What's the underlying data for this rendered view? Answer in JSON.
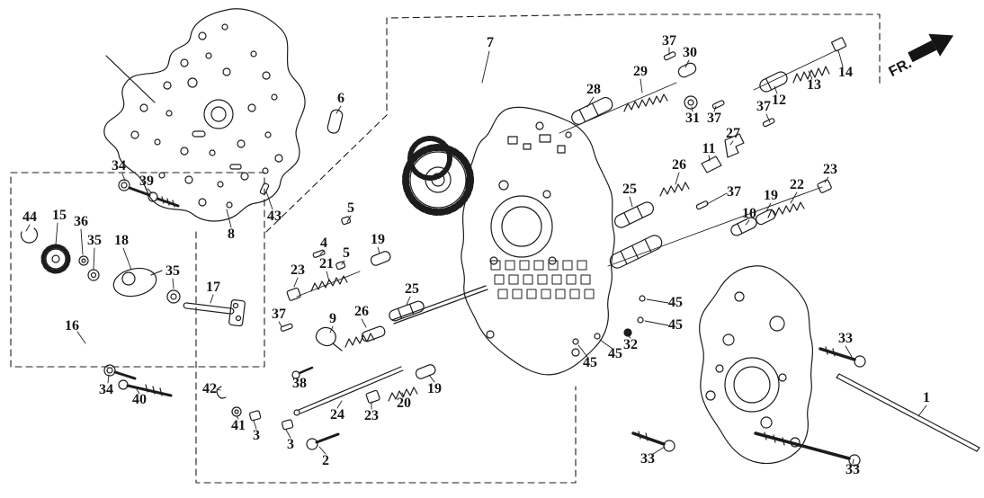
{
  "figure": {
    "type": "exploded-parts-diagram",
    "fr_label": "FR.",
    "colors": {
      "line": "#1c1c1c",
      "background": "#ffffff"
    },
    "icons": {
      "fr_arrow": "filled-direction-arrow"
    },
    "callouts": [
      {
        "label": "7"
      },
      {
        "label": "37"
      },
      {
        "label": "30"
      },
      {
        "label": "29"
      },
      {
        "label": "28"
      },
      {
        "label": "14"
      },
      {
        "label": "13"
      },
      {
        "label": "12"
      },
      {
        "label": "37"
      },
      {
        "label": "6"
      },
      {
        "label": "31"
      },
      {
        "label": "37"
      },
      {
        "label": "27"
      },
      {
        "label": "11"
      },
      {
        "label": "26"
      },
      {
        "label": "25"
      },
      {
        "label": "37"
      },
      {
        "label": "10"
      },
      {
        "label": "19"
      },
      {
        "label": "22"
      },
      {
        "label": "23"
      },
      {
        "label": "34"
      },
      {
        "label": "39"
      },
      {
        "label": "44"
      },
      {
        "label": "15"
      },
      {
        "label": "36"
      },
      {
        "label": "8"
      },
      {
        "label": "43"
      },
      {
        "label": "35"
      },
      {
        "label": "18"
      },
      {
        "label": "5"
      },
      {
        "label": "4"
      },
      {
        "label": "5"
      },
      {
        "label": "19"
      },
      {
        "label": "21"
      },
      {
        "label": "23"
      },
      {
        "label": "35"
      },
      {
        "label": "17"
      },
      {
        "label": "16"
      },
      {
        "label": "37"
      },
      {
        "label": "9"
      },
      {
        "label": "26"
      },
      {
        "label": "25"
      },
      {
        "label": "34"
      },
      {
        "label": "40"
      },
      {
        "label": "42"
      },
      {
        "label": "41"
      },
      {
        "label": "3"
      },
      {
        "label": "3"
      },
      {
        "label": "2"
      },
      {
        "label": "24"
      },
      {
        "label": "23"
      },
      {
        "label": "38"
      },
      {
        "label": "20"
      },
      {
        "label": "19"
      },
      {
        "label": "32"
      },
      {
        "label": "45"
      },
      {
        "label": "45"
      },
      {
        "label": "45"
      },
      {
        "label": "45"
      },
      {
        "label": "33"
      },
      {
        "label": "1"
      },
      {
        "label": "33"
      },
      {
        "label": "33"
      }
    ]
  }
}
